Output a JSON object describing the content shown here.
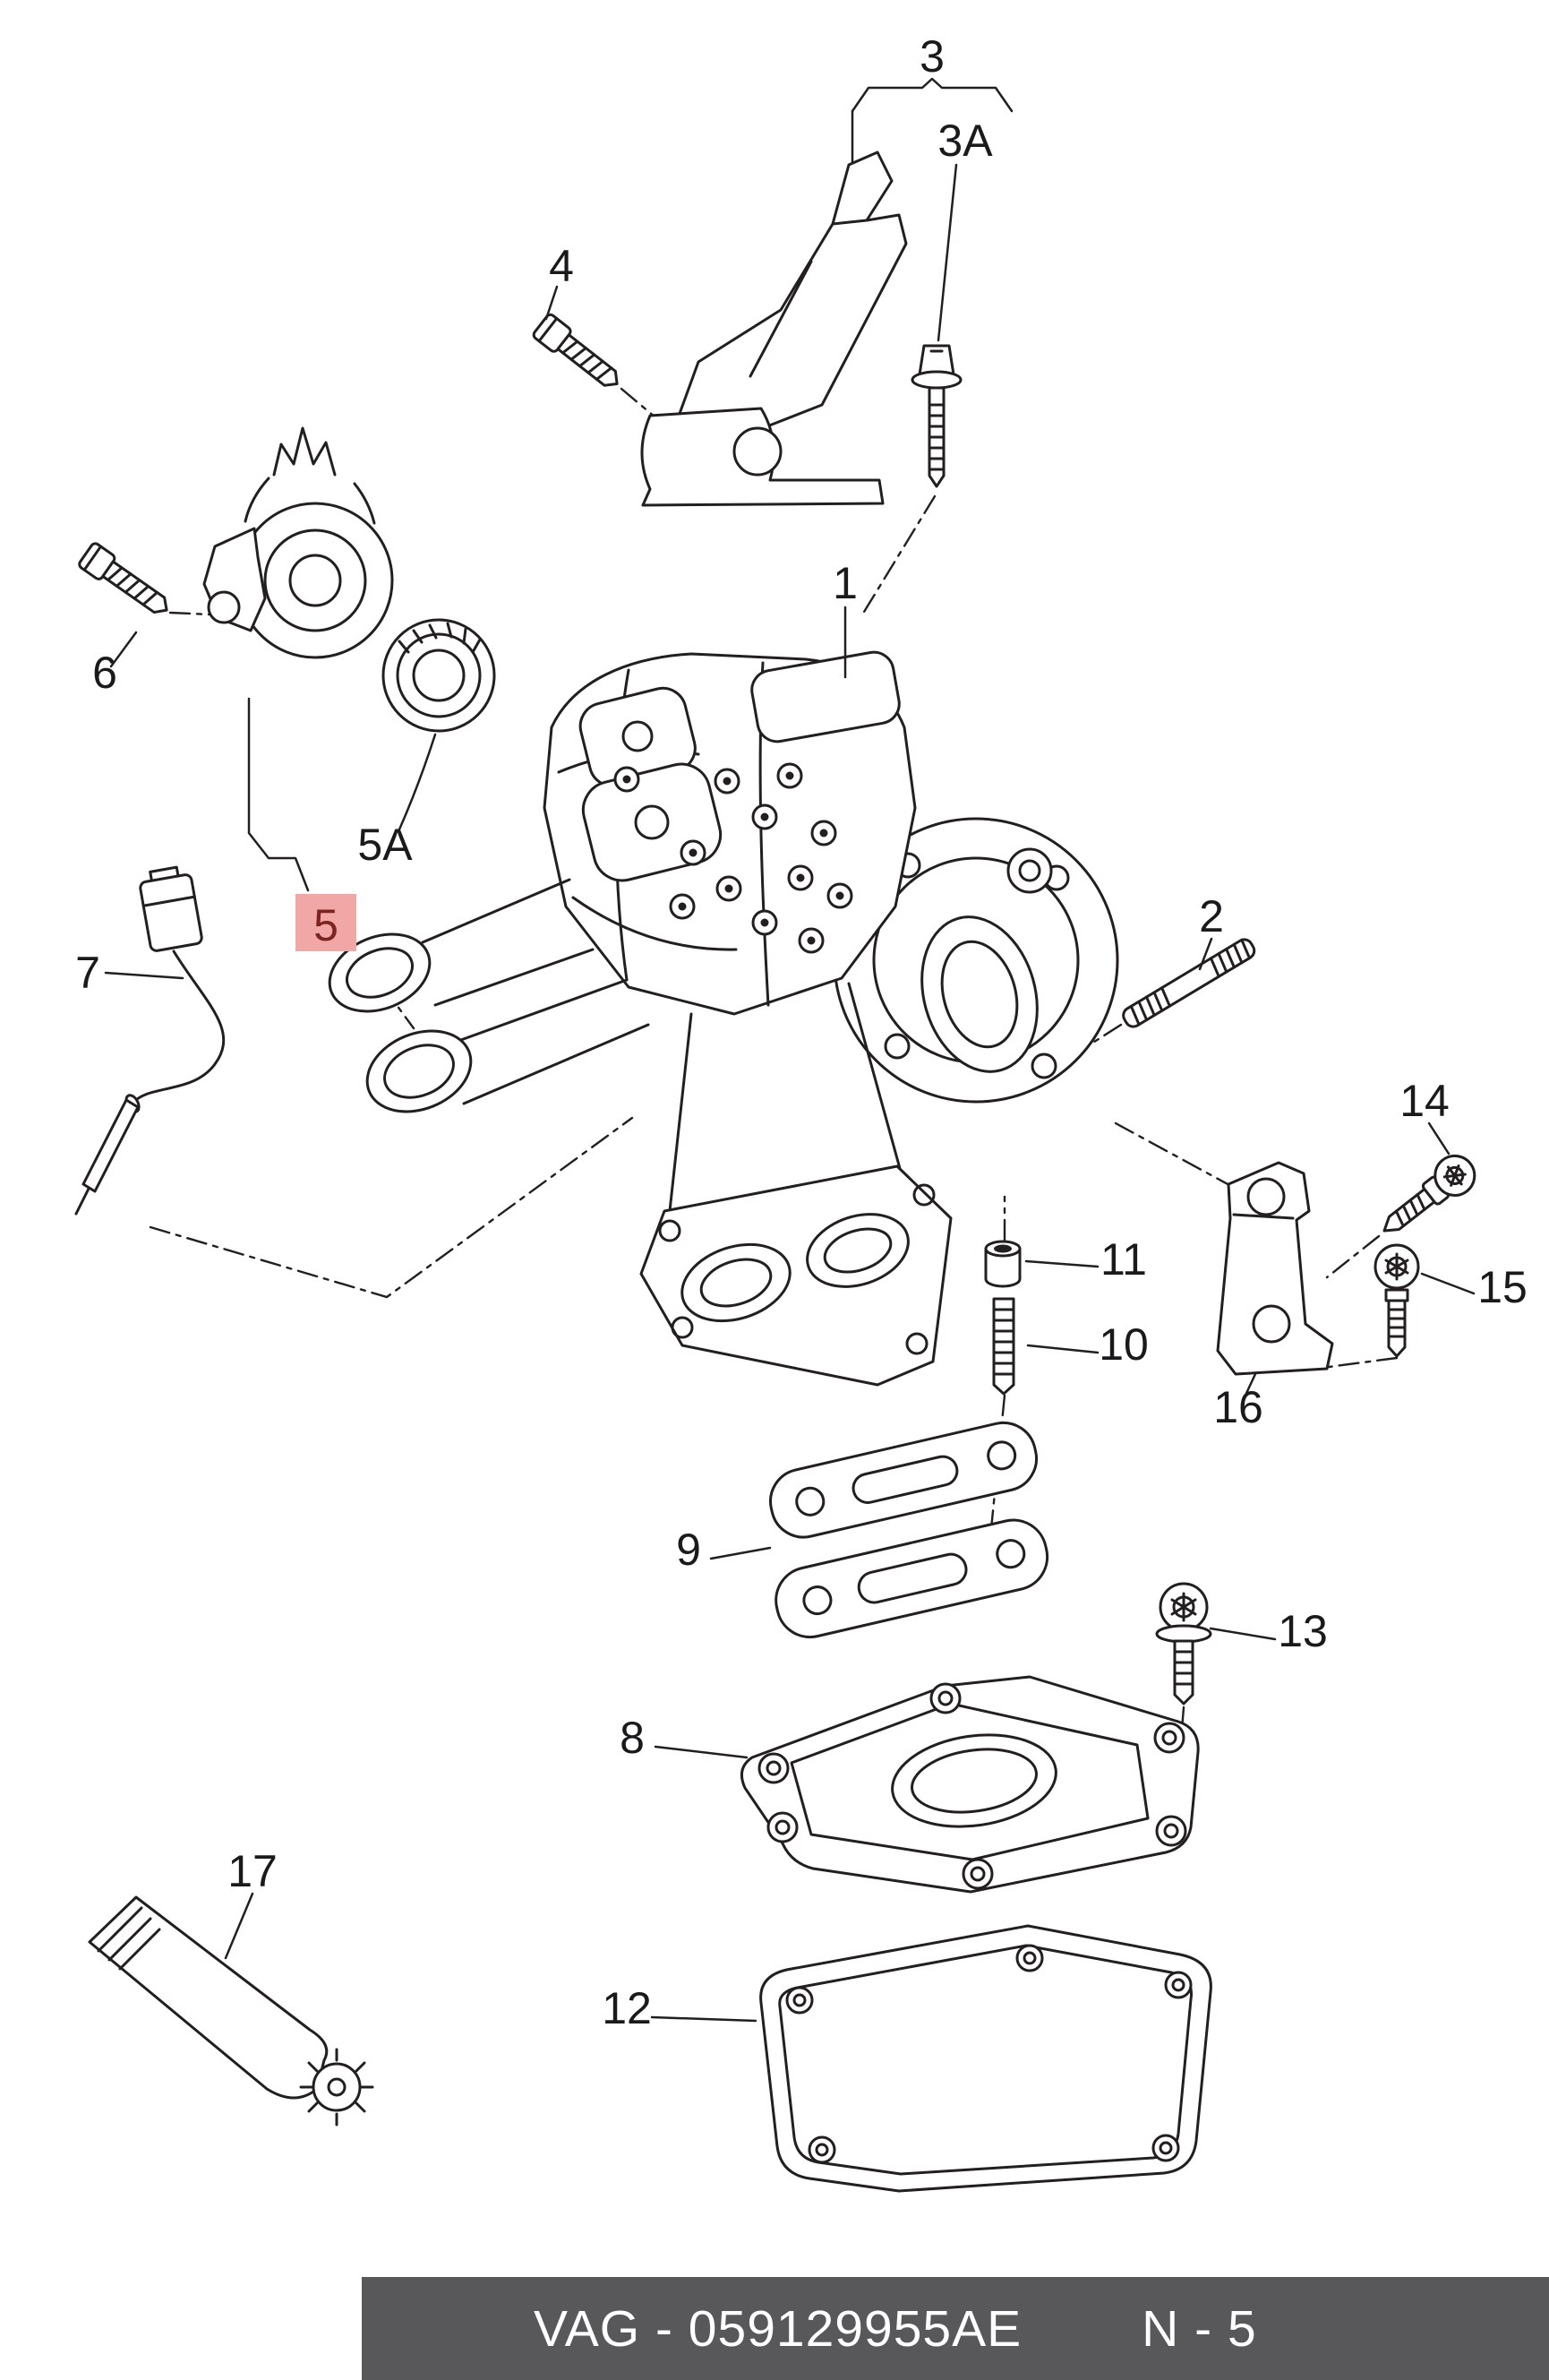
{
  "page": {
    "type": "exploded-parts-diagram",
    "background": "#ffffff"
  },
  "diagram": {
    "line_color": "#231f20",
    "callouts": [
      {
        "label": "1"
      },
      {
        "label": "2"
      },
      {
        "label": "3"
      },
      {
        "label": "3A"
      },
      {
        "label": "4"
      },
      {
        "label": "5",
        "highlighted": true
      },
      {
        "label": "5A"
      },
      {
        "label": "6"
      },
      {
        "label": "7"
      },
      {
        "label": "8"
      },
      {
        "label": "9"
      },
      {
        "label": "10"
      },
      {
        "label": "11"
      },
      {
        "label": "12"
      },
      {
        "label": "13"
      },
      {
        "label": "14"
      },
      {
        "label": "15"
      },
      {
        "label": "16"
      },
      {
        "label": "17"
      }
    ],
    "highlight": {
      "background": "#f2a7a7",
      "text_color": "#7c2422"
    }
  },
  "footer": {
    "background": "#58585b",
    "text_color": "#ffffff",
    "left_text": "VAG - 059129955AE",
    "right_text": "N - 5"
  }
}
